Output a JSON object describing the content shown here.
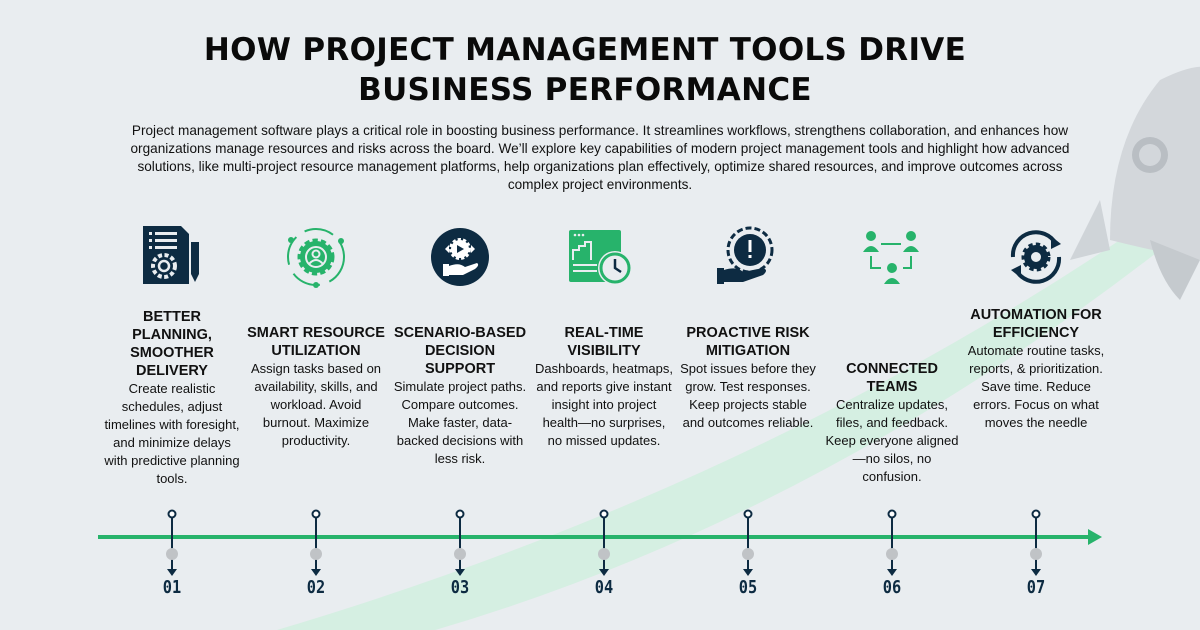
{
  "title_lines": [
    "HOW PROJECT MANAGEMENT TOOLS DRIVE",
    "BUSINESS PERFORMANCE"
  ],
  "intro": "Project management software plays a critical role in boosting business performance. It streamlines workflows, strengthens collaboration, and enhances how organizations manage resources and risks across the board. We’ll explore key capabilities of modern project management tools and highlight how advanced solutions, like multi-project resource management platforms, help organizations plan effectively, optimize shared resources, and improve outcomes across complex project environments.",
  "colors": {
    "navy": "#0d2b42",
    "green": "#27b36b",
    "background": "#e9edf0"
  },
  "items": [
    {
      "number": "01",
      "icon": "document-gear-pencil-icon",
      "title": "Better Planning, Smoother Delivery",
      "text": "Create realistic schedules, adjust timelines with foresight, and minimize delays with predictive planning tools."
    },
    {
      "number": "02",
      "icon": "gear-user-cycle-icon",
      "title": "Smart Resource Utilization",
      "text": "Assign tasks based on availability, skills, and workload. Avoid burnout. Maximize productivity."
    },
    {
      "number": "03",
      "icon": "hand-gear-options-icon",
      "title": "Scenario-Based Decision Support",
      "text": "Simulate project paths. Compare outcomes. Make faster, data-backed decisions with less risk."
    },
    {
      "number": "04",
      "icon": "dashboard-clock-icon",
      "title": "Real-Time Visibility",
      "text": "Dashboards, heatmaps, and reports give instant insight into project health—no surprises, no missed updates."
    },
    {
      "number": "05",
      "icon": "hand-gear-alert-icon",
      "title": "Proactive Risk Mitigation",
      "text": "Spot issues before they grow. Test responses. Keep projects stable and outcomes reliable."
    },
    {
      "number": "06",
      "icon": "team-network-icon",
      "title": "Connected Teams",
      "text": "Centralize updates, files, and feedback. Keep everyone aligned—no silos, no confusion."
    },
    {
      "number": "07",
      "icon": "gear-refresh-icon",
      "title": "Automation for Efficiency",
      "text": "Automate routine tasks, reports, & prioritization. Save time. Reduce errors. Focus on what moves the needle"
    }
  ]
}
